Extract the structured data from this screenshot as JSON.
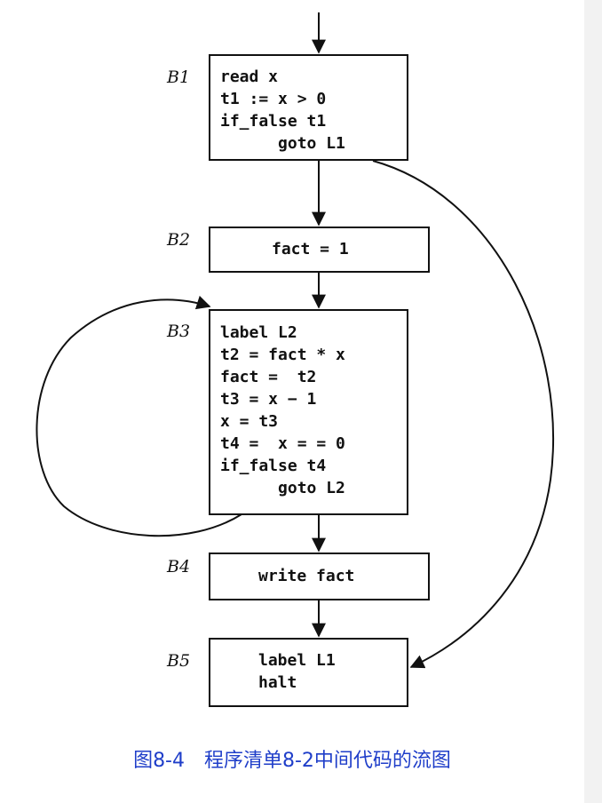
{
  "blocks": [
    {
      "id": "B1",
      "lines": [
        "read x",
        "t1 := x > 0",
        "if_false t1",
        "      goto L1"
      ]
    },
    {
      "id": "B2",
      "lines": [
        "fact = 1"
      ]
    },
    {
      "id": "B3",
      "lines": [
        "label L2",
        "t2 = fact * x",
        "fact =  t2",
        "t3 = x − 1",
        "x = t3",
        "t4 =  x = = 0",
        "if_false t4",
        "      goto L2"
      ]
    },
    {
      "id": "B4",
      "lines": [
        "write fact"
      ]
    },
    {
      "id": "B5",
      "lines": [
        "label L1",
        "halt"
      ]
    }
  ],
  "caption": "图8-4　程序清单8-2中间代码的流图"
}
